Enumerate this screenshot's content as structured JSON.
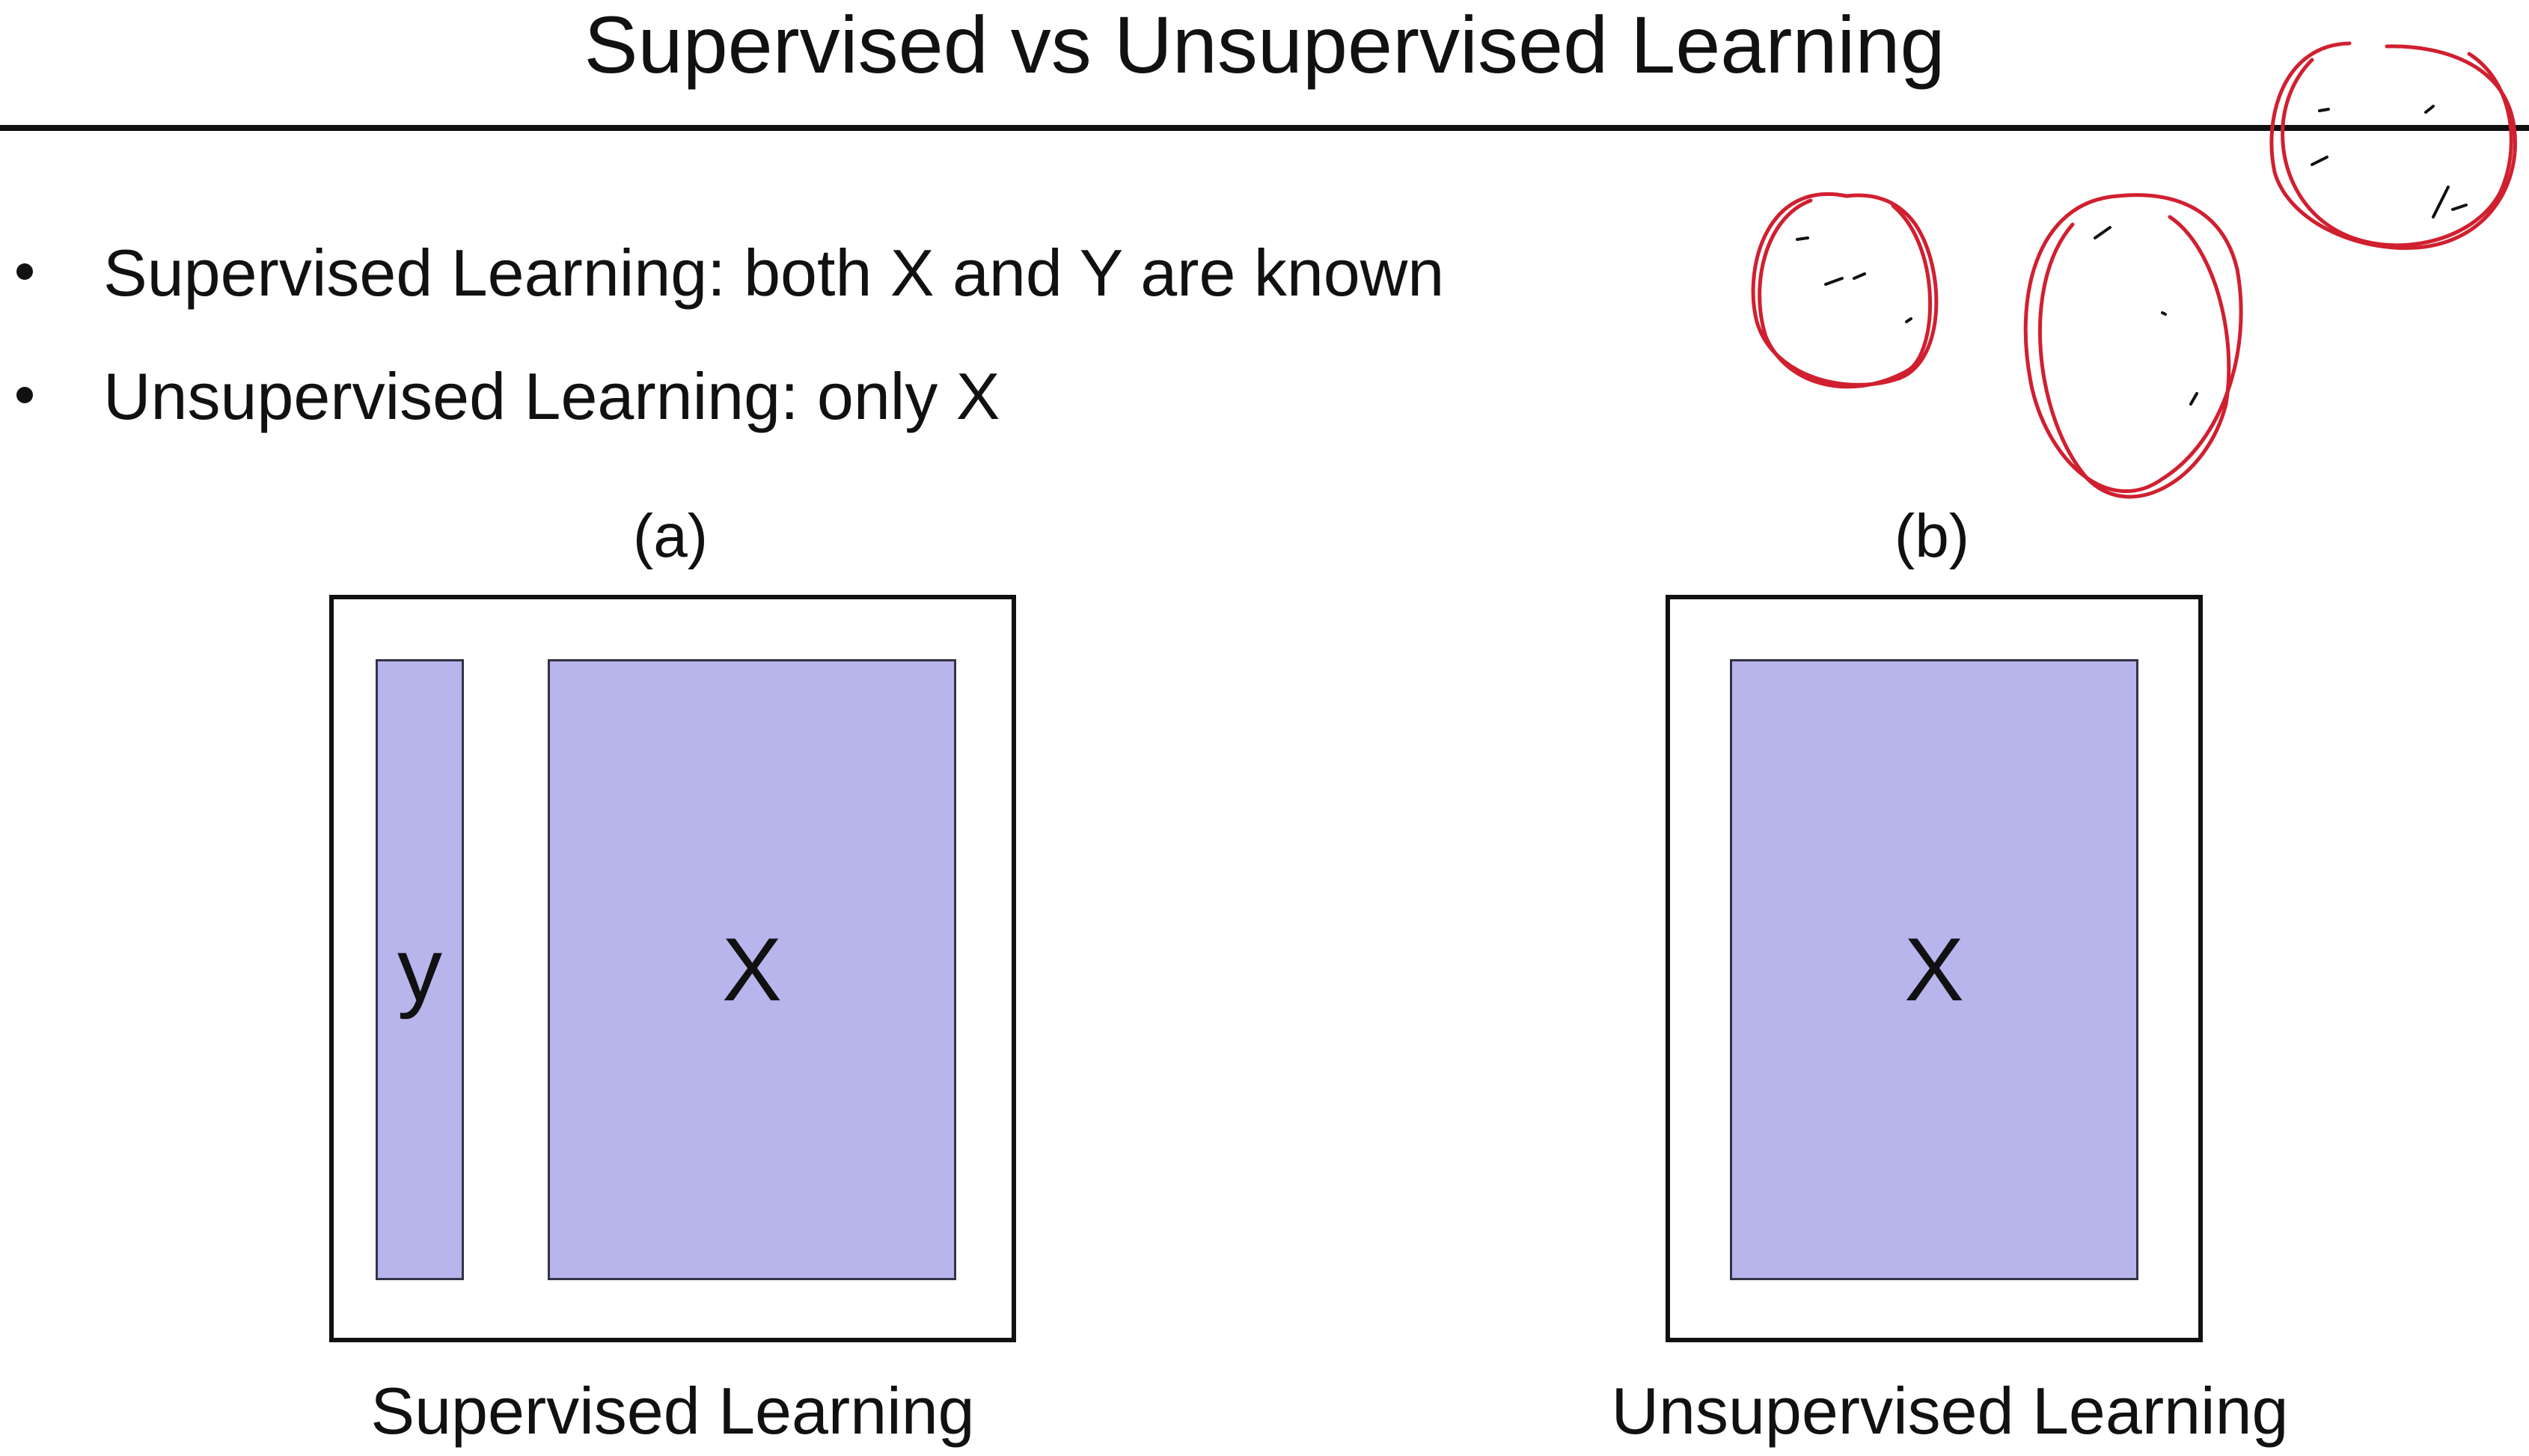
{
  "slide": {
    "title": "Supervised vs Unsupervised Learning",
    "bullets": [
      "Supervised Learning: both X and Y are known",
      "Unsupervised Learning: only X"
    ]
  },
  "diagram": {
    "panel_a": {
      "label": "(a)",
      "blocks": [
        "y",
        "X"
      ],
      "caption": "Supervised Learning"
    },
    "panel_b": {
      "label": "(b)",
      "blocks": [
        "X"
      ],
      "caption": "Unsupervised Learning"
    },
    "block_color": "#b8b4ec"
  },
  "annotations": {
    "kind": "hand-drawn red circles",
    "color": "#d02030",
    "count": 3
  }
}
